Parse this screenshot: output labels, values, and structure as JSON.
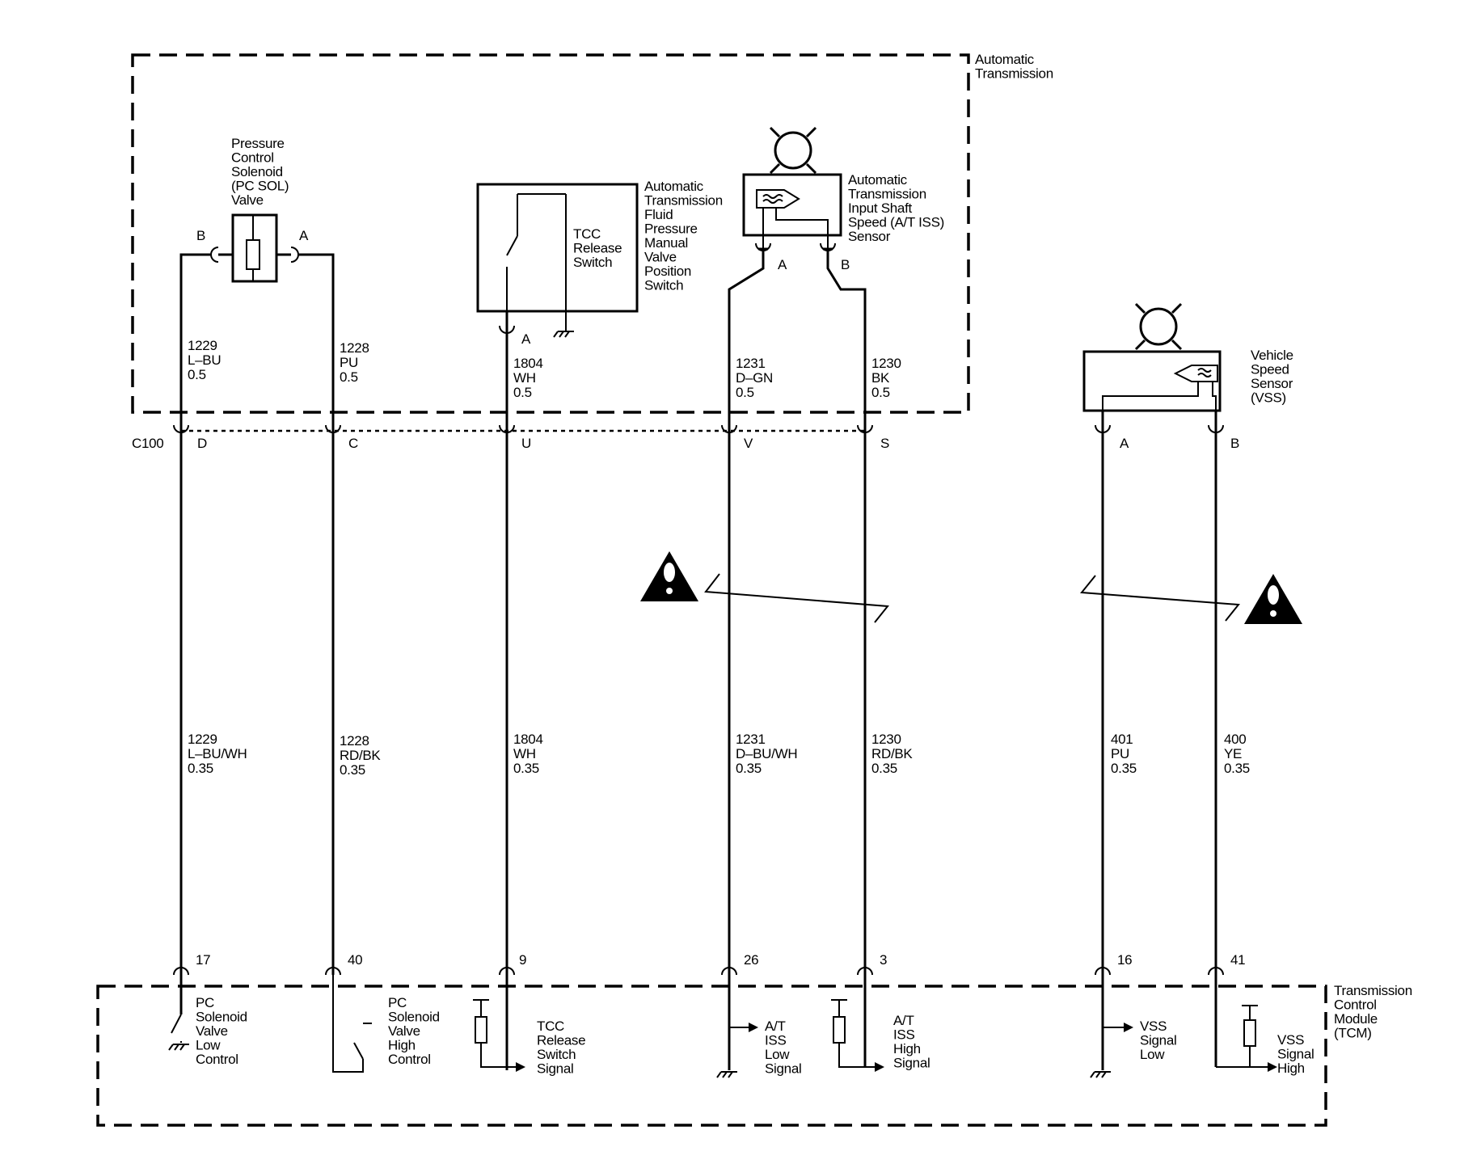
{
  "frames": {
    "automatic_transmission": "Automatic\nTransmission",
    "tcm": "Transmission\nControl\nModule\n(TCM)"
  },
  "components": {
    "pc_sol": {
      "label": "Pressure\nControl\nSolenoid\n(PC SOL)\nValve",
      "pin_b": "B",
      "pin_a": "A"
    },
    "tft_switch": {
      "label": "Automatic\nTransmission\nFluid\nPressure\nManual\nValve\nPosition\nSwitch",
      "inner_label": "TCC\nRelease\nSwitch",
      "pin": "A"
    },
    "iss": {
      "label": "Automatic\nTransmission\nInput Shaft\nSpeed (A/T ISS)\nSensor",
      "pin_a": "A",
      "pin_b": "B"
    },
    "vss": {
      "label": "Vehicle\nSpeed\nSensor\n(VSS)",
      "pin_a": "A",
      "pin_b": "B"
    }
  },
  "connector_c100": {
    "name": "C100",
    "pins": [
      "D",
      "C",
      "U",
      "V",
      "S"
    ]
  },
  "circuits_upper": [
    {
      "circuit": "1229",
      "color": "L–BU",
      "gauge": "0.5"
    },
    {
      "circuit": "1228",
      "color": "PU",
      "gauge": "0.5"
    },
    {
      "circuit": "1804",
      "color": "WH",
      "gauge": "0.5"
    },
    {
      "circuit": "1231",
      "color": "D–GN",
      "gauge": "0.5"
    },
    {
      "circuit": "1230",
      "color": "BK",
      "gauge": "0.5"
    }
  ],
  "circuits_lower": [
    {
      "circuit": "1229",
      "color": "L–BU/WH",
      "gauge": "0.35"
    },
    {
      "circuit": "1228",
      "color": "RD/BK",
      "gauge": "0.35"
    },
    {
      "circuit": "1804",
      "color": "WH",
      "gauge": "0.35"
    },
    {
      "circuit": "1231",
      "color": "D–BU/WH",
      "gauge": "0.35"
    },
    {
      "circuit": "1230",
      "color": "RD/BK",
      "gauge": "0.35"
    },
    {
      "circuit": "401",
      "color": "PU",
      "gauge": "0.35"
    },
    {
      "circuit": "400",
      "color": "YE",
      "gauge": "0.35"
    }
  ],
  "tcm_pins": [
    "17",
    "40",
    "9",
    "26",
    "3",
    "16",
    "41"
  ],
  "tcm_functions": [
    "PC\nSolenoid\nValve\nLow\nControl",
    "PC\nSolenoid\nValve\nHigh\nControl",
    "TCC\nRelease\nSwitch\nSignal",
    "A/T\nISS\nLow\nSignal",
    "A/T\nISS\nHigh\nSignal",
    "VSS\nSignal\nLow",
    "VSS\nSignal\nHigh"
  ],
  "icons": [
    "warning-icon",
    "sensor-symbol-icon",
    "ground-icon",
    "resistor-icon",
    "arrow-icon"
  ]
}
